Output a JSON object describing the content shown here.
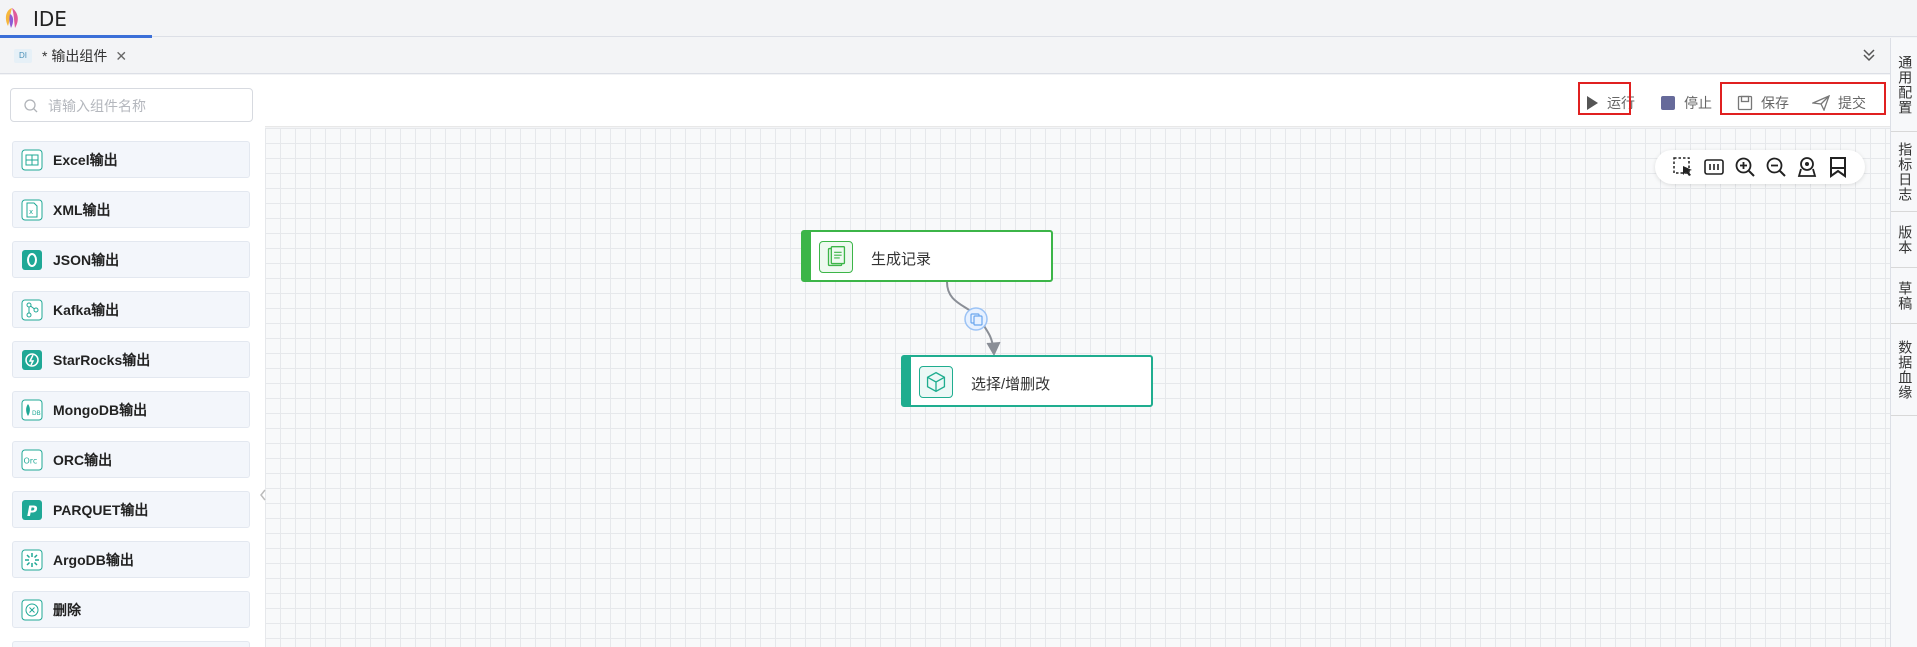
{
  "app": {
    "title": "IDE"
  },
  "tab": {
    "badge": "DI",
    "label": "* 输出组件",
    "close": "✕"
  },
  "search": {
    "placeholder": "请输入组件名称"
  },
  "components": [
    {
      "label": "Excel输出",
      "icon": "table-icon"
    },
    {
      "label": "XML输出",
      "icon": "xml-file-icon"
    },
    {
      "label": "JSON输出",
      "icon": "json-icon"
    },
    {
      "label": "Kafka输出",
      "icon": "kafka-icon"
    },
    {
      "label": "StarRocks输出",
      "icon": "starrocks-icon"
    },
    {
      "label": "MongoDB输出",
      "icon": "mongodb-icon"
    },
    {
      "label": "ORC输出",
      "icon": "orc-icon"
    },
    {
      "label": "PARQUET输出",
      "icon": "parquet-icon"
    },
    {
      "label": "ArgoDB输出",
      "icon": "argodb-icon"
    },
    {
      "label": "删除",
      "icon": "delete-icon"
    }
  ],
  "toolbar": {
    "run": "运行",
    "stop": "停止",
    "save": "保存",
    "submit": "提交"
  },
  "right_panel": [
    "通用配置",
    "指标日志",
    "版本",
    "草稿",
    "数据血缘"
  ],
  "nodes": [
    {
      "label": "生成记录",
      "accent": "#3cb548"
    },
    {
      "label": "选择/增删改",
      "accent": "#1fad8f"
    }
  ],
  "colors": {
    "highlight": "#e02020",
    "accent_blue": "#3b6fd8"
  }
}
